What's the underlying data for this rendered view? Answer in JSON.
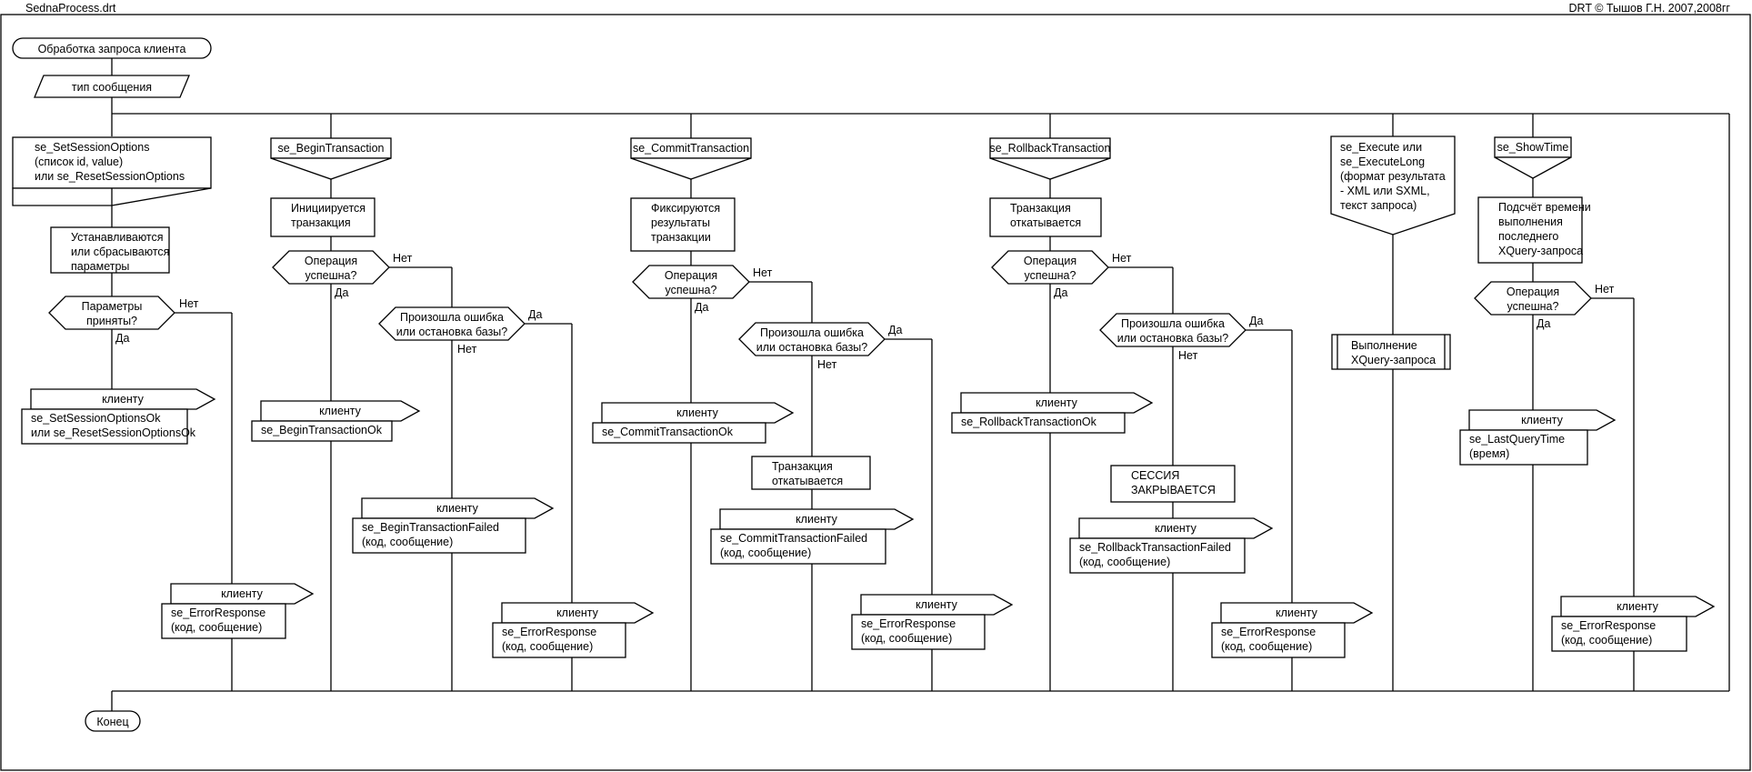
{
  "header": {
    "file_name": "SednaProcess.drt",
    "copyright": "DRT © Тышов Г.Н. 2007,2008гг"
  },
  "start": {
    "title": "Обработка запроса клиента"
  },
  "input": {
    "label": "тип сообщения"
  },
  "end": {
    "label": "Конец"
  },
  "branches": [
    {
      "case_lines": [
        "se_SetSessionOptions",
        "(список id, value)",
        "или se_ResetSessionOptions"
      ],
      "action_lines": [
        "Устанавливаются",
        "или сбрасываются",
        "параметры"
      ],
      "decision_lines": [
        "Параметры",
        "приняты?"
      ],
      "yes": "Да",
      "no": "Нет",
      "ok_to": "клиенту",
      "ok_msg_lines": [
        "se_SetSessionOptionsOk",
        "или se_ResetSessionOptionsOk"
      ],
      "err_to": "клиенту",
      "err_msg_lines": [
        "se_ErrorResponse",
        "(код, сообщение)"
      ]
    },
    {
      "case_lines": [
        "se_BeginTransaction"
      ],
      "action_lines": [
        "Инициируется",
        "транзакция"
      ],
      "decision_lines": [
        "Операция",
        "успешна?"
      ],
      "yes": "Да",
      "no": "Нет",
      "ok_to": "клиенту",
      "ok_msg_lines": [
        "se_BeginTransactionOk"
      ],
      "decision2_lines": [
        "Произошла ошибка",
        "или остановка базы?"
      ],
      "yes2": "Да",
      "no2": "Нет",
      "fail_to": "клиенту",
      "fail_msg_lines": [
        "se_BeginTransactionFailed",
        "(код, сообщение)"
      ],
      "err_to": "клиенту",
      "err_msg_lines": [
        "se_ErrorResponse",
        "(код, сообщение)"
      ]
    },
    {
      "case_lines": [
        "se_CommitTransaction"
      ],
      "action_lines": [
        "Фиксируются",
        "результаты",
        "транзакции"
      ],
      "decision_lines": [
        "Операция",
        "успешна?"
      ],
      "yes": "Да",
      "no": "Нет",
      "ok_to": "клиенту",
      "ok_msg_lines": [
        "se_CommitTransactionOk"
      ],
      "decision2_lines": [
        "Произошла ошибка",
        "или остановка базы?"
      ],
      "yes2": "Да",
      "no2": "Нет",
      "rollback_lines": [
        "Транзакция",
        "откатывается"
      ],
      "fail_to": "клиенту",
      "fail_msg_lines": [
        "se_CommitTransactionFailed",
        "(код, сообщение)"
      ],
      "err_to": "клиенту",
      "err_msg_lines": [
        "se_ErrorResponse",
        "(код, сообщение)"
      ]
    },
    {
      "case_lines": [
        "se_RollbackTransaction"
      ],
      "action_lines": [
        "Транзакция",
        "откатывается"
      ],
      "decision_lines": [
        "Операция",
        "успешна?"
      ],
      "yes": "Да",
      "no": "Нет",
      "ok_to": "клиенту",
      "ok_msg_lines": [
        "se_RollbackTransactionOk"
      ],
      "decision2_lines": [
        "Произошла ошибка",
        "или остановка базы?"
      ],
      "yes2": "Да",
      "no2": "Нет",
      "session_lines": [
        "СЕССИЯ",
        "ЗАКРЫВАЕТСЯ"
      ],
      "fail_to": "клиенту",
      "fail_msg_lines": [
        "se_RollbackTransactionFailed",
        "(код, сообщение)"
      ],
      "err_to": "клиенту",
      "err_msg_lines": [
        "se_ErrorResponse",
        "(код, сообщение)"
      ]
    },
    {
      "case_lines": [
        "se_Execute или",
        "se_ExecuteLong",
        "(формат результата",
        "- XML или SXML,",
        "текст запроса)"
      ],
      "subprocess_lines": [
        "Выполнение",
        "XQuery-запроса"
      ]
    },
    {
      "case_lines": [
        "se_ShowTime"
      ],
      "action_lines": [
        "Подсчёт времени",
        "выполнения",
        "последнего",
        "XQuery-запроса"
      ],
      "decision_lines": [
        "Операция",
        "успешна?"
      ],
      "yes": "Да",
      "no": "Нет",
      "ok_to": "клиенту",
      "ok_msg_lines": [
        "se_LastQueryTime",
        "(время)"
      ],
      "err_to": "клиенту",
      "err_msg_lines": [
        "se_ErrorResponse",
        "(код, сообщение)"
      ]
    }
  ]
}
